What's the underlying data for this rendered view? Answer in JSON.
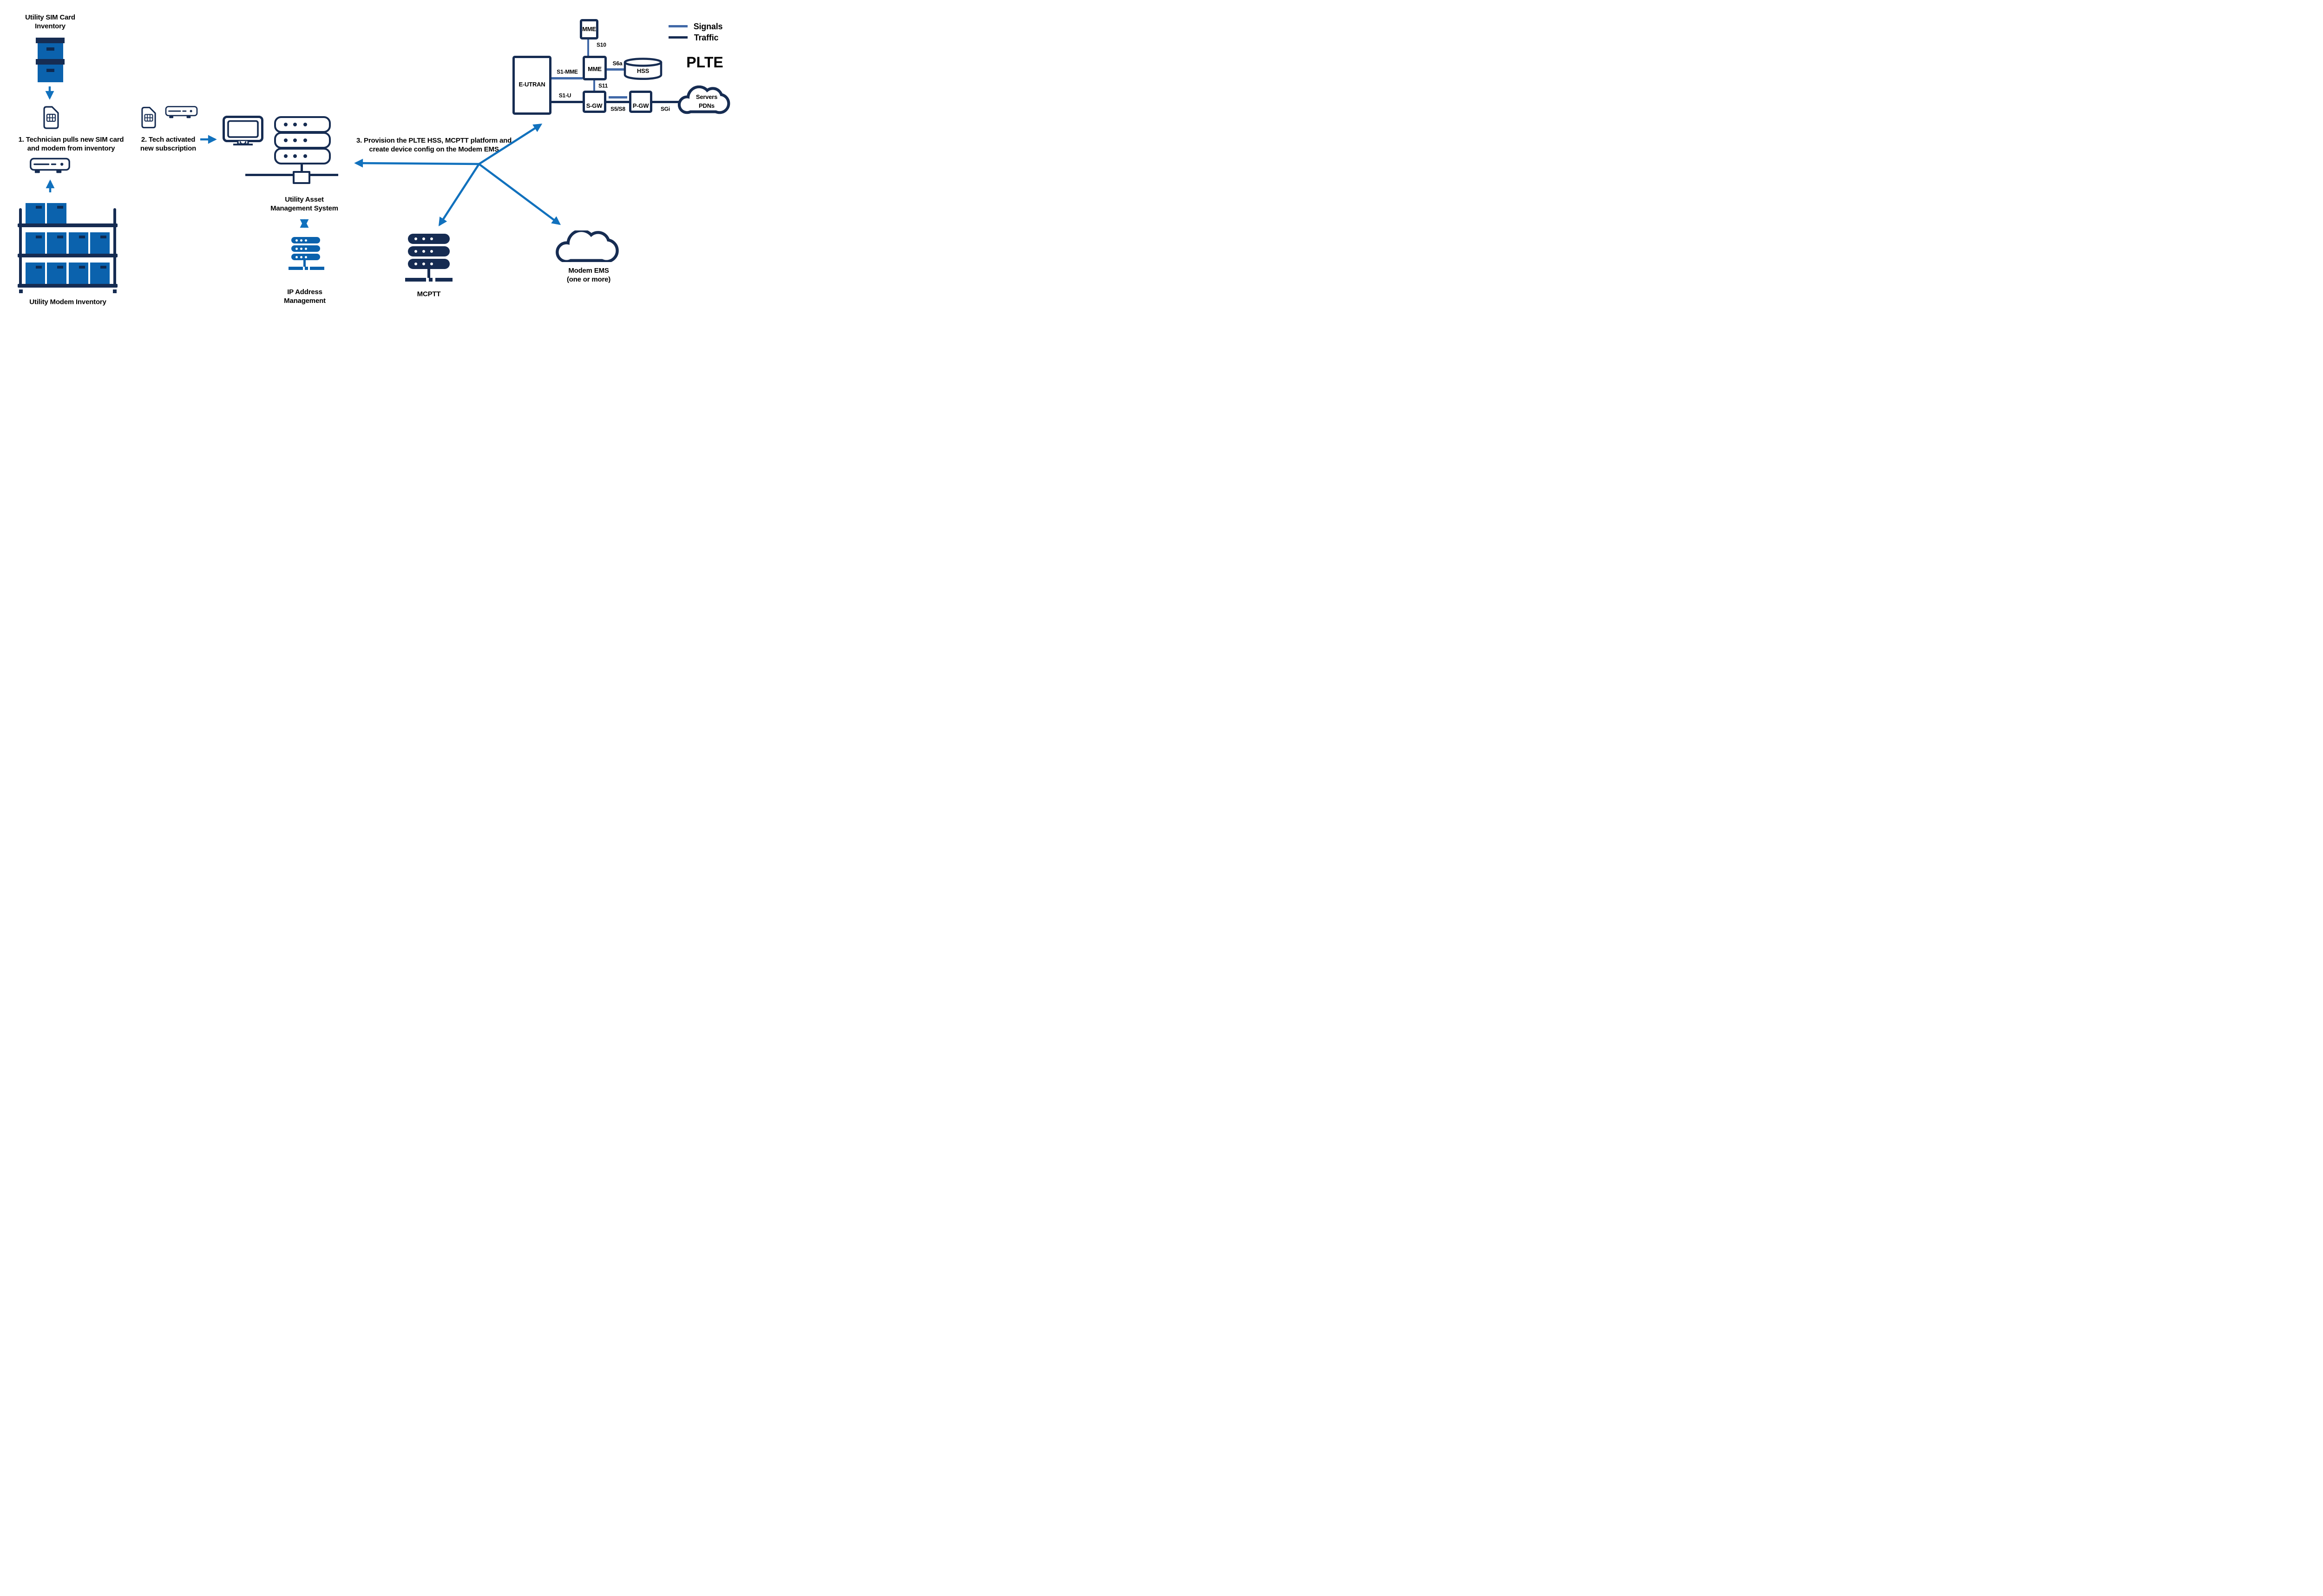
{
  "colors": {
    "navy": "#162C52",
    "fill_blue": "#0B62AD",
    "arrow_blue": "#1171BD",
    "signal_blue": "#4169A8",
    "text": "#000000",
    "background": "#FFFFFF"
  },
  "legend": {
    "signals_label": "Signals",
    "traffic_label": "Traffic"
  },
  "plte_title": "PLTE",
  "left": {
    "sim_inventory_title_line1": "Utility SIM Card",
    "sim_inventory_title_line2": "Inventory",
    "step1_line1": "1. Technician pulls new SIM card",
    "step1_line2": "and modem from inventory",
    "modem_inventory_label": "Utility Modem Inventory"
  },
  "middle": {
    "step2_line1": "2. Tech activated",
    "step2_line2": "new subscription",
    "uams_label_line1": "Utility Asset",
    "uams_label_line2": "Management System",
    "ipam_label_line1": "IP Address",
    "ipam_label_line2": "Management"
  },
  "step3": {
    "line1": "3. Provision the PLTE HSS, MCPTT platform and",
    "line2": "create device config on the Modem EMS"
  },
  "mcptt_label": "MCPTT",
  "modem_ems": {
    "line1": "Modem EMS",
    "line2": "(one or more)"
  },
  "network": {
    "eutran": "E-UTRAN",
    "mme_top": "MME",
    "mme": "MME",
    "hss": "HSS",
    "sgw": "S-GW",
    "pgw": "P-GW",
    "cloud_line1": "Servers",
    "cloud_line2": "PDNs",
    "links": {
      "s1mme": "S1-MME",
      "s10": "S10",
      "s6a": "S6a",
      "s11": "S11",
      "s1u": "S1-U",
      "s5s8": "S5/S8",
      "sgi": "SGi"
    }
  }
}
